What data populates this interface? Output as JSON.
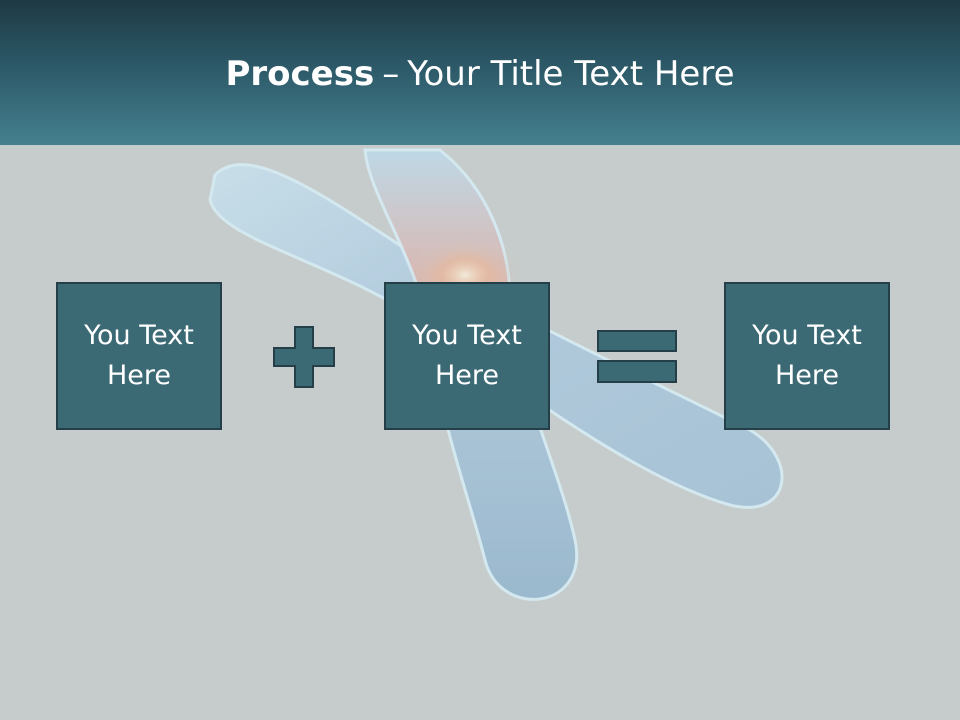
{
  "slide": {
    "title_bold": "Process",
    "title_dash": "–",
    "title_rest": "Your Title Text Here",
    "boxes": [
      {
        "text": "You Text Here"
      },
      {
        "text": "You Text Here"
      },
      {
        "text": "You Text Here"
      }
    ],
    "operators": [
      "plus-icon",
      "equals-icon"
    ],
    "colors": {
      "header_top": "#1e3a44",
      "header_bottom": "#45808f",
      "box_fill": "#3b6a75",
      "box_border": "#243f47",
      "background": "#c6cccb"
    }
  }
}
